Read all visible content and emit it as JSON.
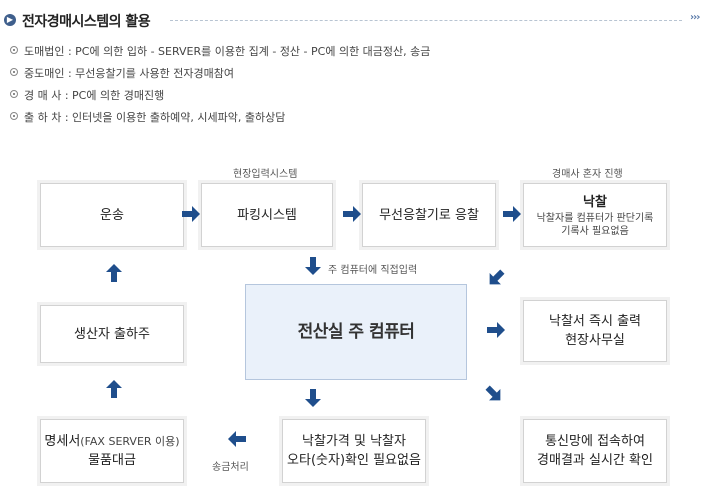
{
  "header": {
    "title": "전자경매시스템의 활용",
    "more": "›››"
  },
  "bullets": [
    "도매법인 : PC에 의한 입하 - SERVER를 이용한 집계 - 정산 - PC에 의한 대금정산, 송금",
    "중도매인 : 무선응찰기를 사용한 전자경매참여",
    "경 매 사 : PC에 의한 경매진행",
    "출 하 차 : 인터넷을 이용한 출하예약, 시세파악, 출하상담"
  ],
  "captions": {
    "field_input_system": "현장입력시스템",
    "auctioneer_alone": "경매사 혼자 진행",
    "direct_input": "주 컴퓨터에 직접입력",
    "remittance": "송금처리"
  },
  "boxes": {
    "transport": "운송",
    "parking_system": "파킹시스템",
    "wireless_bid": "무선응찰기로 응찰",
    "winning_title": "낙찰",
    "winning_desc_1": "낙찰자를 컴퓨터가 판단기록",
    "winning_desc_2": "기록사 필요없음",
    "producer_line": "생산자 출하주",
    "central_computer": "전산실 주 컴퓨터",
    "print_line_1": "낙찰서 즉시 출력",
    "print_line_2": "현장사무실",
    "statement_main": "명세서",
    "statement_note": "(FAX SERVER 이용)",
    "statement_line_2": "물품대금",
    "price_line_1": "낙찰가격 및 낙찰자",
    "price_line_2": "오타(숫자)확인 필요없음",
    "network_line_1": "통신망에 접속하여",
    "network_line_2": "경매결과 실시간 확인"
  },
  "colors": {
    "arrow": "#1f4e8c",
    "center_fill": "#eaf1fa",
    "header_icon": "#3f5f8c"
  }
}
